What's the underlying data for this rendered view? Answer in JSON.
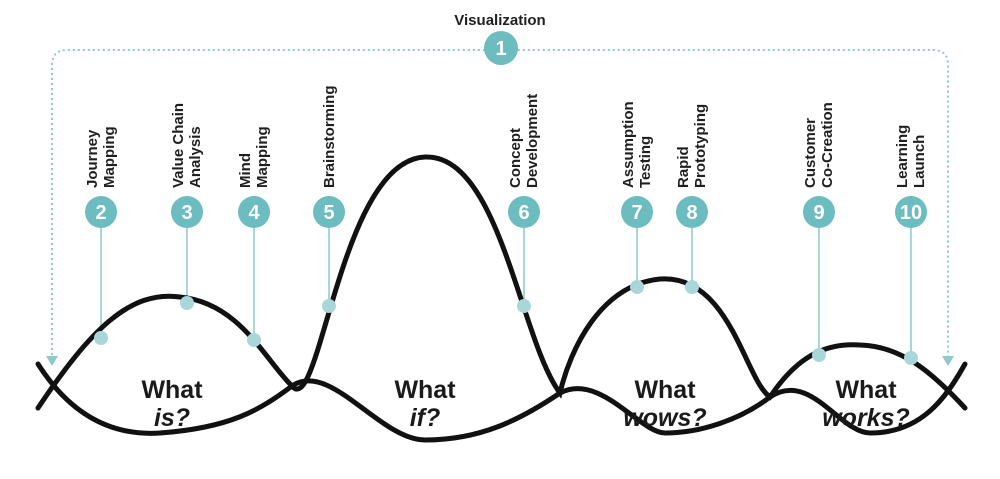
{
  "title": "Visualization",
  "title_number": "1",
  "colors": {
    "teal": "#6cbcc0",
    "teal_light": "#a9d6d8",
    "curve": "#111111",
    "dotted": "#8fc9cc"
  },
  "tools": [
    {
      "number": "2",
      "label_line1": "Journey",
      "label_line2": "Mapping"
    },
    {
      "number": "3",
      "label_line1": "Value Chain",
      "label_line2": "Analysis"
    },
    {
      "number": "4",
      "label_line1": "Mind",
      "label_line2": "Mapping"
    },
    {
      "number": "5",
      "label_line1": "Brainstorming",
      "label_line2": ""
    },
    {
      "number": "6",
      "label_line1": "Concept",
      "label_line2": "Development"
    },
    {
      "number": "7",
      "label_line1": "Assumption",
      "label_line2": "Testing"
    },
    {
      "number": "8",
      "label_line1": "Rapid",
      "label_line2": "Prototyping"
    },
    {
      "number": "9",
      "label_line1": "Customer",
      "label_line2": "Co-Creation"
    },
    {
      "number": "10",
      "label_line1": "Learning",
      "label_line2": "Launch"
    }
  ],
  "phases": [
    {
      "line1": "What",
      "line2": "is?"
    },
    {
      "line1": "What",
      "line2": "if?"
    },
    {
      "line1": "What",
      "line2": "wows?"
    },
    {
      "line1": "What",
      "line2": "works?"
    }
  ]
}
